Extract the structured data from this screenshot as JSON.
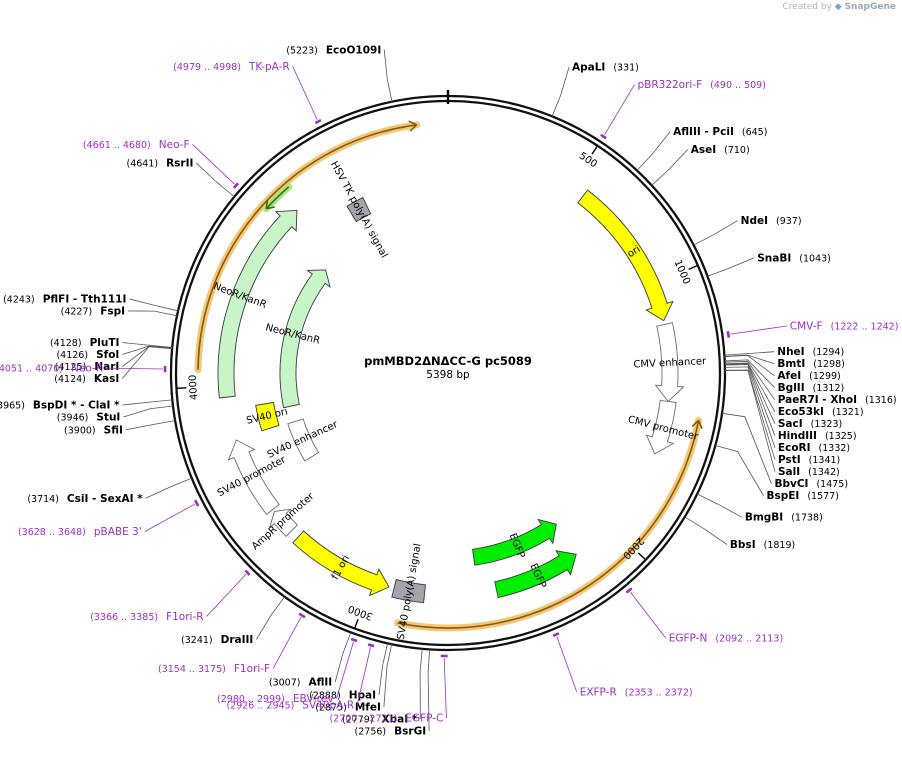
{
  "credit": {
    "prefix": "Created by",
    "brand": "SnapGene"
  },
  "plasmid": {
    "name": "pmMBD2ΔNΔCC-G pc5089",
    "length_label": "5398 bp",
    "length_bp": 5398
  },
  "ticks": [
    "500",
    "1000",
    "2000",
    "3000",
    "4000"
  ],
  "sites": [
    {
      "name": "EcoO109I",
      "range": "(5223)",
      "bp": 5223
    },
    {
      "name": "ApaLI",
      "range": "(331)",
      "bp": 331
    },
    {
      "name": "AflIII  - PciI",
      "range": "(645)",
      "bp": 645
    },
    {
      "name": "AseI",
      "range": "(710)",
      "bp": 710
    },
    {
      "name": "NdeI",
      "range": "(937)",
      "bp": 937
    },
    {
      "name": "SnaBI",
      "range": "(1043)",
      "bp": 1043
    },
    {
      "name": "NheI",
      "range": "(1294)",
      "bp": 1294
    },
    {
      "name": "BmtI",
      "range": "(1298)",
      "bp": 1298
    },
    {
      "name": "AfeI",
      "range": "(1299)",
      "bp": 1299
    },
    {
      "name": "BglII",
      "range": "(1312)",
      "bp": 1312
    },
    {
      "name": "PaeR7I  - XhoI",
      "range": "(1316)",
      "bp": 1316
    },
    {
      "name": "Eco53kI",
      "range": "(1321)",
      "bp": 1321
    },
    {
      "name": "SacI",
      "range": "(1323)",
      "bp": 1323
    },
    {
      "name": "HindIII",
      "range": "(1325)",
      "bp": 1325
    },
    {
      "name": "EcoRI",
      "range": "(1332)",
      "bp": 1332
    },
    {
      "name": "PstI",
      "range": "(1341)",
      "bp": 1341
    },
    {
      "name": "SalI",
      "range": "(1342)",
      "bp": 1342
    },
    {
      "name": "BbvCI",
      "range": "(1475)",
      "bp": 1475
    },
    {
      "name": "BspEI",
      "range": "(1577)",
      "bp": 1577
    },
    {
      "name": "BmgBI",
      "range": "(1738)",
      "bp": 1738
    },
    {
      "name": "BbsI",
      "range": "(1819)",
      "bp": 1819
    },
    {
      "name": "BsrGI",
      "range": "(2756)",
      "bp": 2756
    },
    {
      "name": "XbaI *",
      "range": "(2779)",
      "bp": 2779
    },
    {
      "name": "MfeI",
      "range": "(2875)",
      "bp": 2875
    },
    {
      "name": "HpaI",
      "range": "(2888)",
      "bp": 2888
    },
    {
      "name": "AflII",
      "range": "(3007)",
      "bp": 3007
    },
    {
      "name": "DraIII",
      "range": "(3241)",
      "bp": 3241
    },
    {
      "name": "CsiI  - SexAI *",
      "range": "(3714)",
      "bp": 3714
    },
    {
      "name": "SfiI",
      "range": "(3900)",
      "bp": 3900
    },
    {
      "name": "StuI",
      "range": "(3946)",
      "bp": 3946
    },
    {
      "name": "BspDI *  - ClaI *",
      "range": "(3965)",
      "bp": 3965
    },
    {
      "name": "KasI",
      "range": "(4124)",
      "bp": 4124
    },
    {
      "name": "NarI",
      "range": "(4125)",
      "bp": 4125
    },
    {
      "name": "SfoI",
      "range": "(4126)",
      "bp": 4126
    },
    {
      "name": "PluTI",
      "range": "(4128)",
      "bp": 4128
    },
    {
      "name": "FspI",
      "range": "(4227)",
      "bp": 4227
    },
    {
      "name": "PflFI  - Tth111I",
      "range": "(4243)",
      "bp": 4243
    },
    {
      "name": "RsrII",
      "range": "(4641)",
      "bp": 4641
    }
  ],
  "primers": [
    {
      "name": "TK-pA-R",
      "range": "(4979 .. 4998)",
      "start": 4979,
      "end": 4998
    },
    {
      "name": "pBR322ori-F",
      "range": "(490 .. 509)",
      "start": 490,
      "end": 509
    },
    {
      "name": "Neo-F",
      "range": "(4661 .. 4680)",
      "start": 4661,
      "end": 4680
    },
    {
      "name": "CMV-F",
      "range": "(1222 .. 1242)",
      "start": 1222,
      "end": 1242
    },
    {
      "name": "Neo-R",
      "range": "(4051 .. 4070)",
      "start": 4051,
      "end": 4070
    },
    {
      "name": "pBABE 3'",
      "range": "(3628 .. 3648)",
      "start": 3628,
      "end": 3648
    },
    {
      "name": "F1ori-R",
      "range": "(3366 .. 3385)",
      "start": 3366,
      "end": 3385
    },
    {
      "name": "F1ori-F",
      "range": "(3154 .. 3175)",
      "start": 3154,
      "end": 3175
    },
    {
      "name": "EBV-rev",
      "range": "(2980 .. 2999)",
      "start": 2980,
      "end": 2999
    },
    {
      "name": "SV40pA-R",
      "range": "(2926 .. 2945)",
      "start": 2926,
      "end": 2945
    },
    {
      "name": "EGFP-N",
      "range": "(2092 .. 2113)",
      "start": 2092,
      "end": 2113
    },
    {
      "name": "EXFP-R",
      "range": "(2353 .. 2372)",
      "start": 2353,
      "end": 2372
    },
    {
      "name": "EGFP-C",
      "range": "(2700 .. 2721)",
      "start": 2700,
      "end": 2721
    }
  ],
  "features": [
    {
      "name": "ori",
      "start": 560,
      "end": 1145,
      "track": 1,
      "dir": 1,
      "color": "#ffff00",
      "style": "fill"
    },
    {
      "name": "CMV enhancer",
      "start": 1160,
      "end": 1460,
      "track": 1,
      "dir": 1,
      "color": "#ffffff",
      "style": "outline"
    },
    {
      "name": "CMV promoter",
      "start": 1460,
      "end": 1670,
      "track": 1,
      "dir": 1,
      "color": "#ffffff",
      "style": "outline"
    },
    {
      "name": "EGFP",
      "start": 2170,
      "end": 2510,
      "track": 1,
      "dir": -1,
      "color": "#00ee00",
      "style": "fill"
    },
    {
      "name": "EGFP",
      "start": 2165,
      "end": 2580,
      "track": 2,
      "dir": -1,
      "color": "#00ee00",
      "style": "fill"
    },
    {
      "name": "SV40 poly(A) signal",
      "start": 2790,
      "end": 2910,
      "track": 1,
      "dir": 0,
      "color": "#a0a6ac",
      "style": "box"
    },
    {
      "name": "f1 ori",
      "start": 2930,
      "end": 3335,
      "track": 1,
      "dir": -1,
      "color": "#ffff00",
      "style": "fill"
    },
    {
      "name": "AmpR promoter",
      "start": 3370,
      "end": 3470,
      "track": 1,
      "dir": 1,
      "color": "#ffffff",
      "style": "outline"
    },
    {
      "name": "SV40 promoter",
      "start": 3480,
      "end": 3785,
      "track": 1,
      "dir": 1,
      "color": "#ffffff",
      "style": "outline"
    },
    {
      "name": "SV40 ori",
      "start": 3790,
      "end": 3905,
      "track": 2,
      "dir": 0,
      "color": "#ffff00",
      "style": "box"
    },
    {
      "name": "SV40 enhancer",
      "start": 3575,
      "end": 3785,
      "track": 3,
      "dir": 0,
      "color": "#ffffff",
      "style": "outline"
    },
    {
      "name": "NeoR/KanR",
      "start": 3955,
      "end": 4755,
      "track": 1,
      "dir": 1,
      "color": "#c8f5c8",
      "style": "fill"
    },
    {
      "name": "NeoR/KanR",
      "start": 3870,
      "end": 4650,
      "track": 3,
      "dir": 1,
      "color": "#c8f5c8",
      "style": "fill"
    },
    {
      "name": "HSV TK poly(A) signal",
      "start": 4930,
      "end": 5010,
      "track": 2,
      "dir": 0,
      "color": "#a0a6ac",
      "style": "box"
    }
  ],
  "highlights": [
    {
      "start": 4060,
      "end": 5290,
      "radius": 250,
      "dir": 1,
      "line": "#8a5a00",
      "glow": "#f3c77a"
    },
    {
      "start": 4680,
      "end": 4790,
      "radius": 245,
      "dir": -1,
      "line": "#2f7a00",
      "glow": "#b5e08a"
    },
    {
      "start": 1510,
      "end": 2870,
      "radius": 255,
      "dir": -1,
      "line": "#8a5a00",
      "glow": "#f3c77a"
    }
  ]
}
